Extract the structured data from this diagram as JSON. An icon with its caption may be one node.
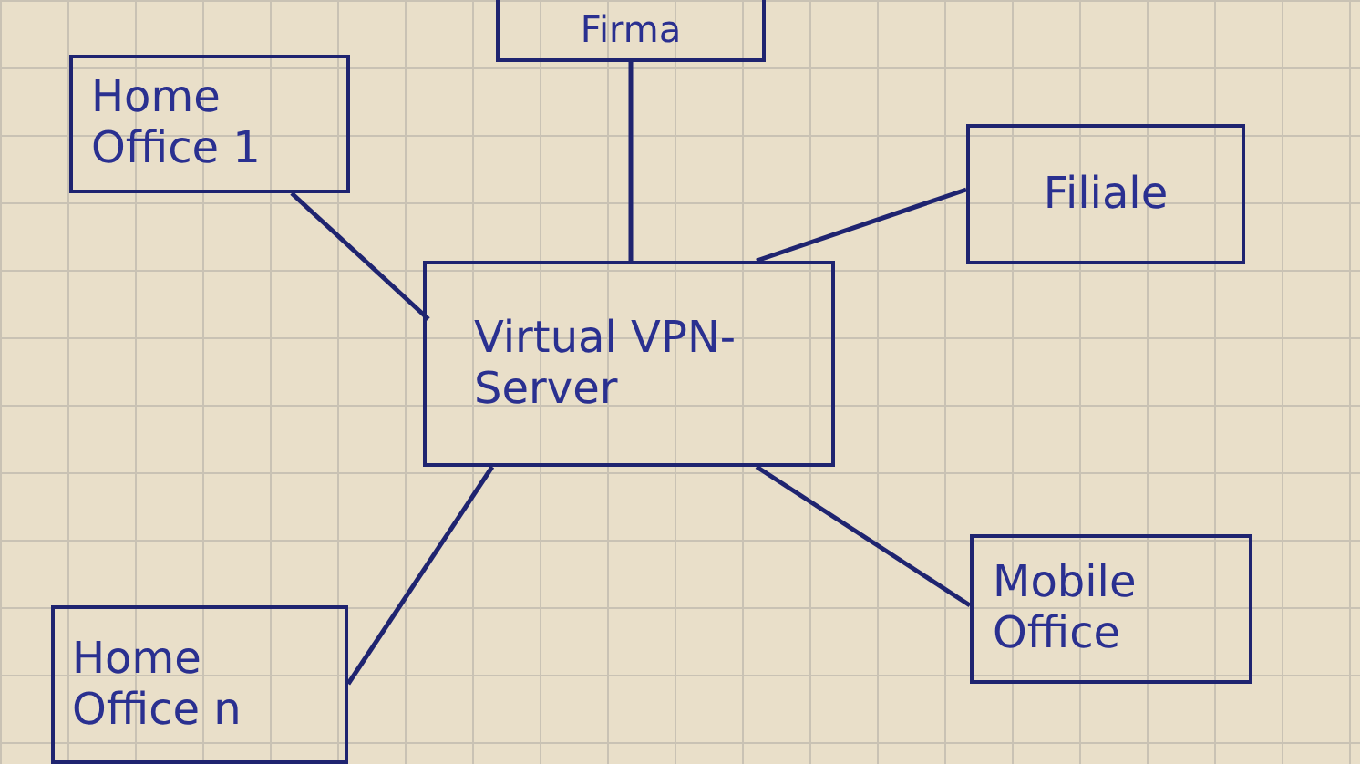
{
  "diagram": {
    "nodes": [
      {
        "text": [
          "Firma"
        ]
      },
      {
        "text": [
          "Home Office 1"
        ]
      },
      {
        "text": [
          "Filiale"
        ]
      },
      {
        "text": [
          "Virtual VPN-Server"
        ]
      },
      {
        "text": [
          "Home Office n"
        ]
      },
      {
        "text": [
          "Mobile Office"
        ]
      }
    ],
    "edges": [
      {
        "from": 0,
        "to": 3,
        "arrow": "none"
      },
      {
        "from": 1,
        "to": 3,
        "arrow": "none"
      },
      {
        "from": 2,
        "to": 3,
        "arrow": "none"
      },
      {
        "from": 3,
        "to": 4,
        "arrow": "none"
      },
      {
        "from": 3,
        "to": 5,
        "arrow": "none"
      }
    ]
  }
}
